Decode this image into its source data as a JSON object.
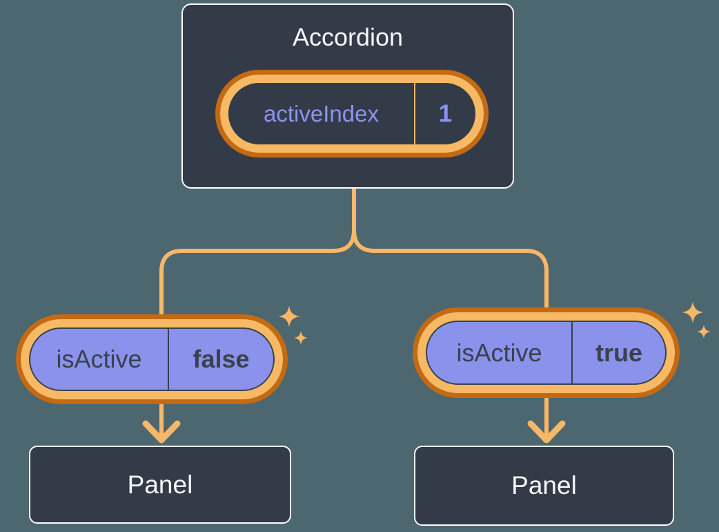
{
  "diagram": {
    "root": {
      "title": "Accordion",
      "pill": {
        "label": "activeIndex",
        "value": "1"
      }
    },
    "left": {
      "pill": {
        "label": "isActive",
        "value": "false"
      },
      "panel": "Panel"
    },
    "right": {
      "pill": {
        "label": "isActive",
        "value": "true"
      },
      "panel": "Panel"
    }
  },
  "icons": {
    "sparkle": "four-point-sparkle ✦",
    "arrow": "arrow-down"
  },
  "colors": {
    "background": "#4C6770",
    "node_fill": "#343B48",
    "node_border": "#FFFFFF",
    "ring_outer": "#C36A13",
    "ring_inner": "#F8B965",
    "connector": "#F7B768",
    "purple_fill": "#8A92EC",
    "purple_text": "#8B93F0",
    "pill_text_dark": "#39414E",
    "pill_outline": "#39414E",
    "light_text": "#F6F7F9"
  }
}
